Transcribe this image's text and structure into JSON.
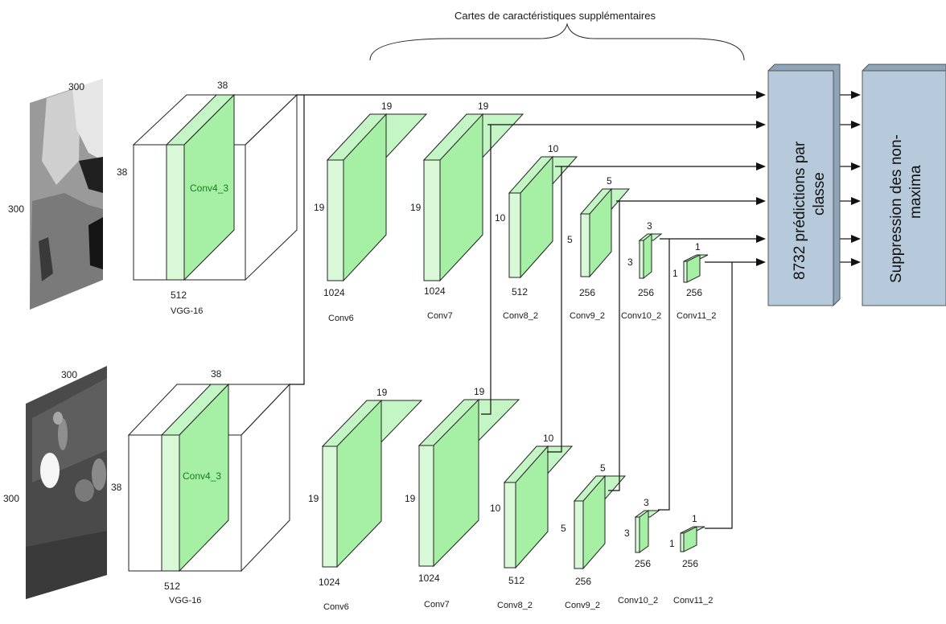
{
  "header": {
    "title": "Cartes de caractéristiques supplémentaires"
  },
  "input_size_label": "300",
  "streams": [
    {
      "name": "top",
      "vgg": {
        "depth": "38",
        "height": "38",
        "channels": "512",
        "layer": "Conv4_3",
        "name": "VGG-16"
      },
      "layers": [
        {
          "name": "Conv6",
          "size": "19",
          "channels": "1024"
        },
        {
          "name": "Conv7",
          "size": "19",
          "channels": "1024"
        },
        {
          "name": "Conv8_2",
          "size": "10",
          "channels": "512"
        },
        {
          "name": "Conv9_2",
          "size": "5",
          "channels": "256"
        },
        {
          "name": "Conv10_2",
          "size": "3",
          "channels": "256"
        },
        {
          "name": "Conv11_2",
          "size": "1",
          "channels": "256"
        }
      ]
    },
    {
      "name": "bottom",
      "vgg": {
        "depth": "38",
        "height": "38",
        "channels": "512",
        "layer": "Conv4_3",
        "name": "VGG-16"
      },
      "layers": [
        {
          "name": "Conv6",
          "size": "19",
          "channels": "1024"
        },
        {
          "name": "Conv7",
          "size": "19",
          "channels": "1024"
        },
        {
          "name": "Conv8_2",
          "size": "10",
          "channels": "512"
        },
        {
          "name": "Conv9_2",
          "size": "5",
          "channels": "256"
        },
        {
          "name": "Conv10_2",
          "size": "3",
          "channels": "256"
        },
        {
          "name": "Conv11_2",
          "size": "1",
          "channels": "256"
        }
      ]
    }
  ],
  "output_boxes": [
    {
      "label": "8732 prédictions par classe",
      "lines": [
        "8732 prédictions par",
        "classe"
      ]
    },
    {
      "label": "Suppression des non-maxima",
      "lines": [
        "Suppression des non-",
        "maxima"
      ]
    }
  ],
  "colors": {
    "feature_front": "#a6f0a6",
    "feature_light": "#d8f8d8",
    "feature_top": "#c4f5c4",
    "box": "#b7cadb",
    "box_side": "#8ea4b8"
  }
}
